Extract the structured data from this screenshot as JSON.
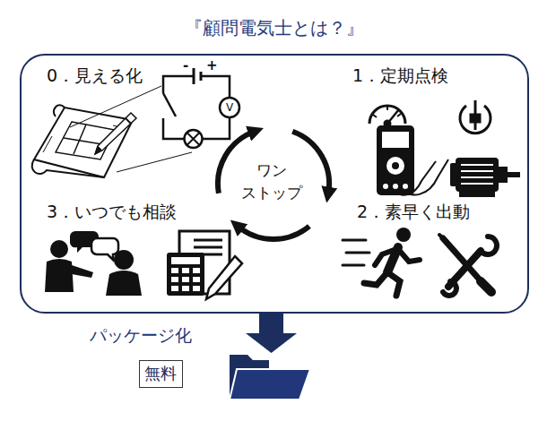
{
  "diagram": {
    "nodes": [
      {
        "text": [
          "『顧問電気士とは？』"
        ]
      },
      {
        "text": [
          "ワン ストップ"
        ],
        "in": 0
      },
      {
        "text": [
          "無料"
        ]
      }
    ],
    "labels": [
      "0．見える化",
      "-",
      "+",
      "V",
      "1．定期点検",
      "3．いつでも相談",
      "2．素早く出動",
      "パッケージ化"
    ]
  }
}
